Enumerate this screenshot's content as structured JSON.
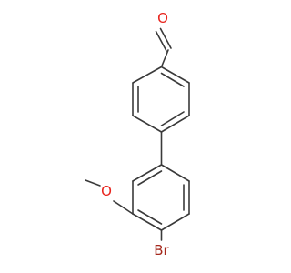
{
  "atoms": {
    "oxygen_aldehyde": {
      "label": "O",
      "color": "#e8231c"
    },
    "oxygen_methoxy": {
      "label": "O",
      "color": "#e8231c"
    },
    "bromine": {
      "label": "Br",
      "color": "#a5291d"
    }
  },
  "bond_color": "#3a3a3a",
  "background": "#ffffff"
}
